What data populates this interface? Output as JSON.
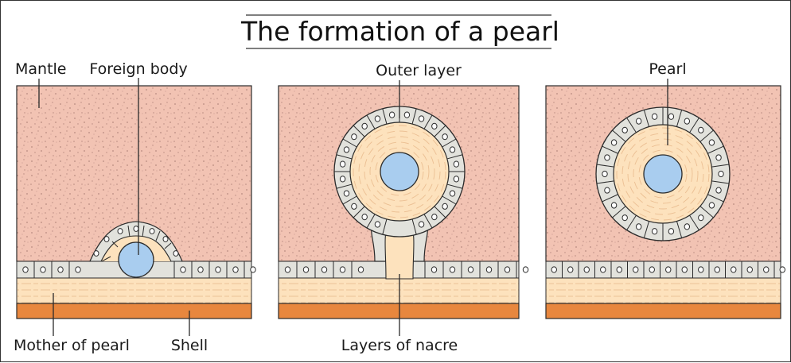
{
  "title": "The formation of a pearl",
  "labels": {
    "mantle": "Mantle",
    "foreign_body": "Foreign body",
    "outer_layer": "Outer layer",
    "pearl": "Pearl",
    "mother_of_pearl": "Mother of pearl",
    "shell": "Shell",
    "layers_of_nacre": "Layers of nacre"
  },
  "colors": {
    "mantle": "#f2c3b3",
    "mantle_speckle": "#b88a80",
    "nacre": "#fde2bd",
    "nacre_lines": "#e8b98a",
    "cell": "#e2e2dc",
    "shell": "#e8873e",
    "foreign_body": "#a9cdef",
    "outline": "#2b2b2b"
  }
}
